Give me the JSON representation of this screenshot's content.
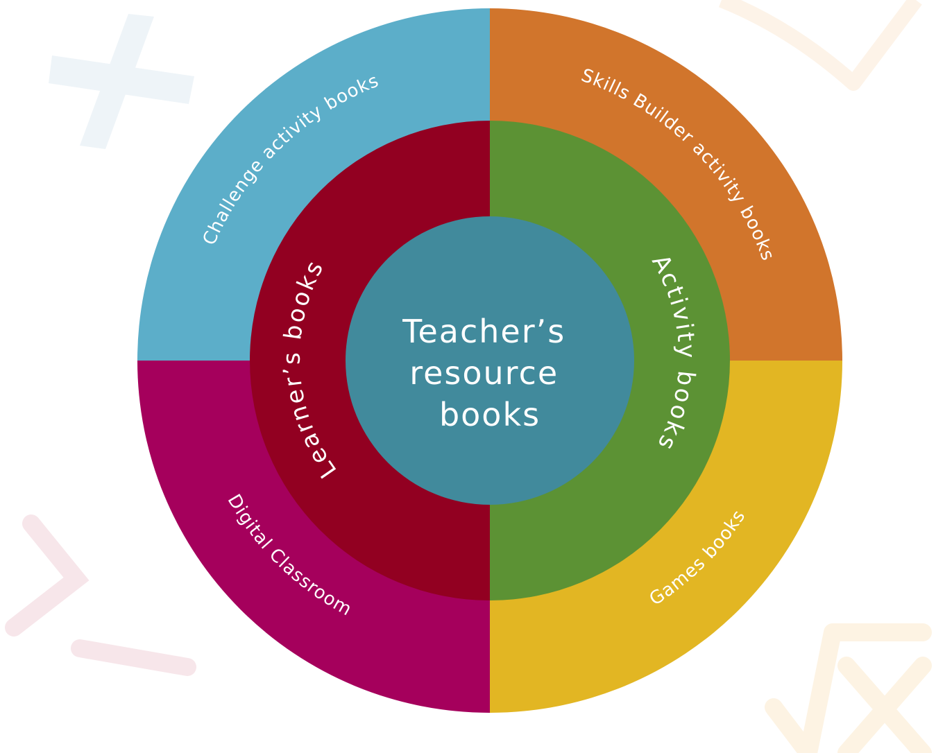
{
  "center": {
    "lines": [
      "Teacher’s",
      "resource",
      "books"
    ],
    "color": "#418A9C"
  },
  "middle_ring": [
    {
      "label": "Learner’s books",
      "color": "#920021"
    },
    {
      "label": "Activity books",
      "color": "#5C9234"
    }
  ],
  "outer_ring": [
    {
      "label": "Challenge activity books",
      "color": "#5CAEC9"
    },
    {
      "label": "Skills Builder activity books",
      "color": "#D1752C"
    },
    {
      "label": "Digital Classroom",
      "color": "#A5005C"
    },
    {
      "label": "Games books",
      "color": "#E2B623"
    }
  ],
  "background_symbols": [
    {
      "name": "plus-symbol",
      "color": "#EEF4F8"
    },
    {
      "name": "book-symbol",
      "color": "#FDF3E8"
    },
    {
      "name": "less-than-or-equal-symbol",
      "color": "#F7E6EA"
    },
    {
      "name": "square-root-x-symbol",
      "color": "#FDF3E3"
    }
  ]
}
